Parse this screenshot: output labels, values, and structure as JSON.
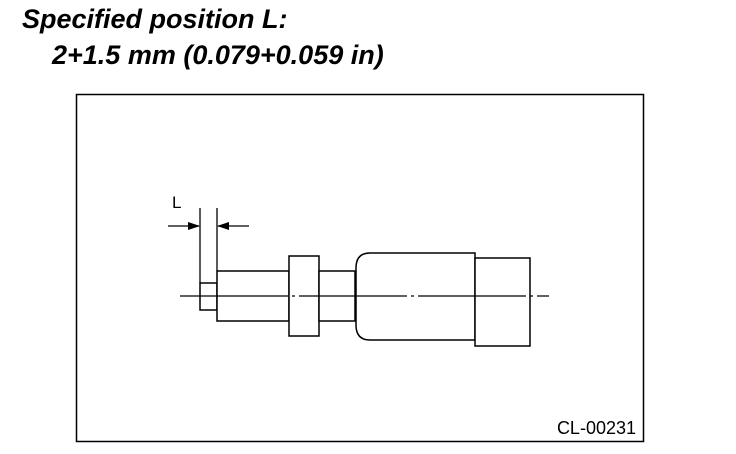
{
  "heading": {
    "title": "Specified position L:",
    "value": "2+1.5 mm (0.079+0.059 in)"
  },
  "diagram": {
    "dimension_label": "L",
    "figure_code": "CL-00231"
  },
  "colors": {
    "line": "#000000",
    "background": "#ffffff"
  }
}
